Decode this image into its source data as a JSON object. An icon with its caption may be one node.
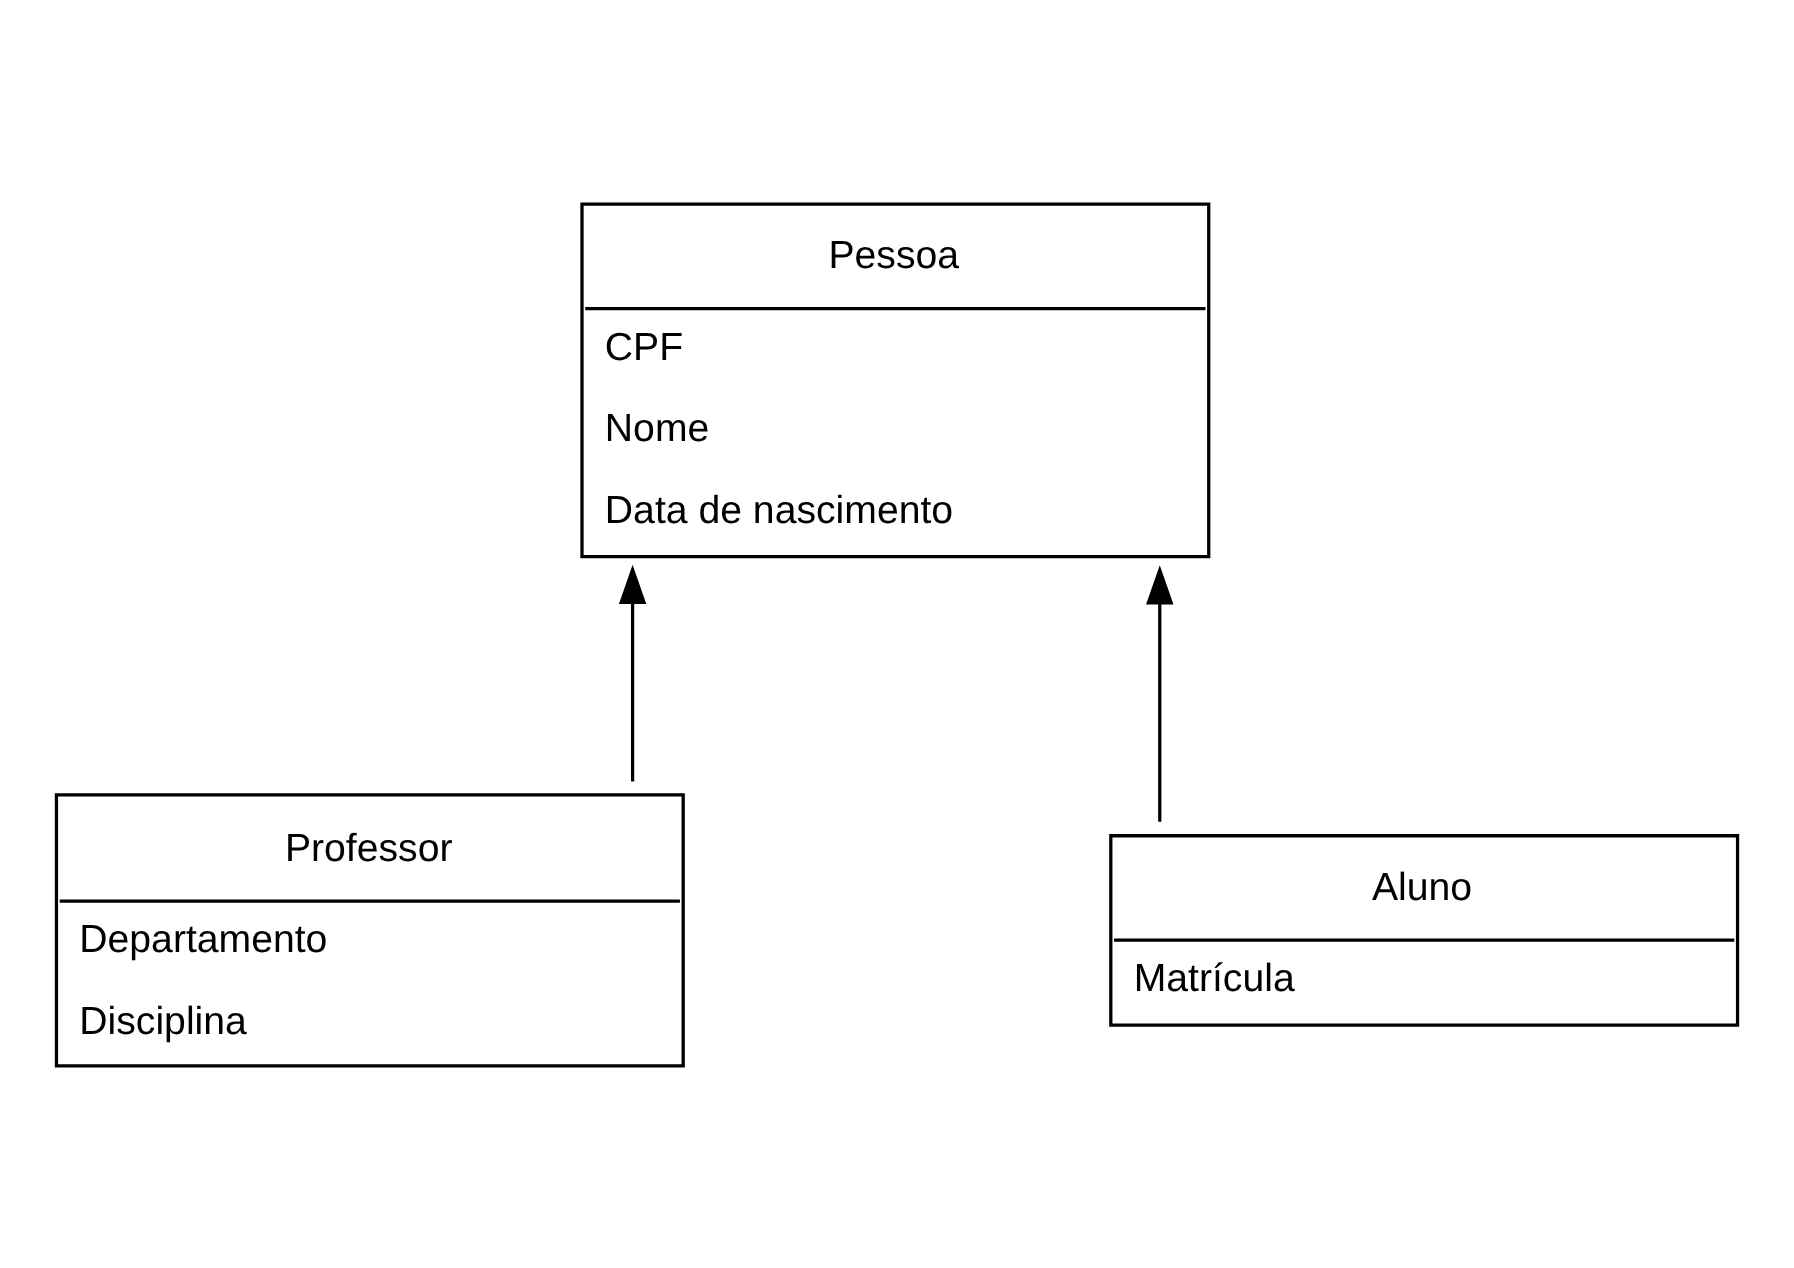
{
  "diagram": {
    "nodes": [
      {
        "text": [
          "Pessoa",
          "CPF",
          "Nome",
          "Data de nascimento"
        ]
      },
      {
        "text": [
          "Professor",
          "Departamento",
          "Disciplina"
        ]
      },
      {
        "text": [
          "Aluno",
          "Matrícula"
        ]
      }
    ],
    "edges": [
      {
        "from": 1,
        "to": 0,
        "arrow": "to"
      },
      {
        "from": 2,
        "to": 0,
        "arrow": "to"
      }
    ]
  }
}
